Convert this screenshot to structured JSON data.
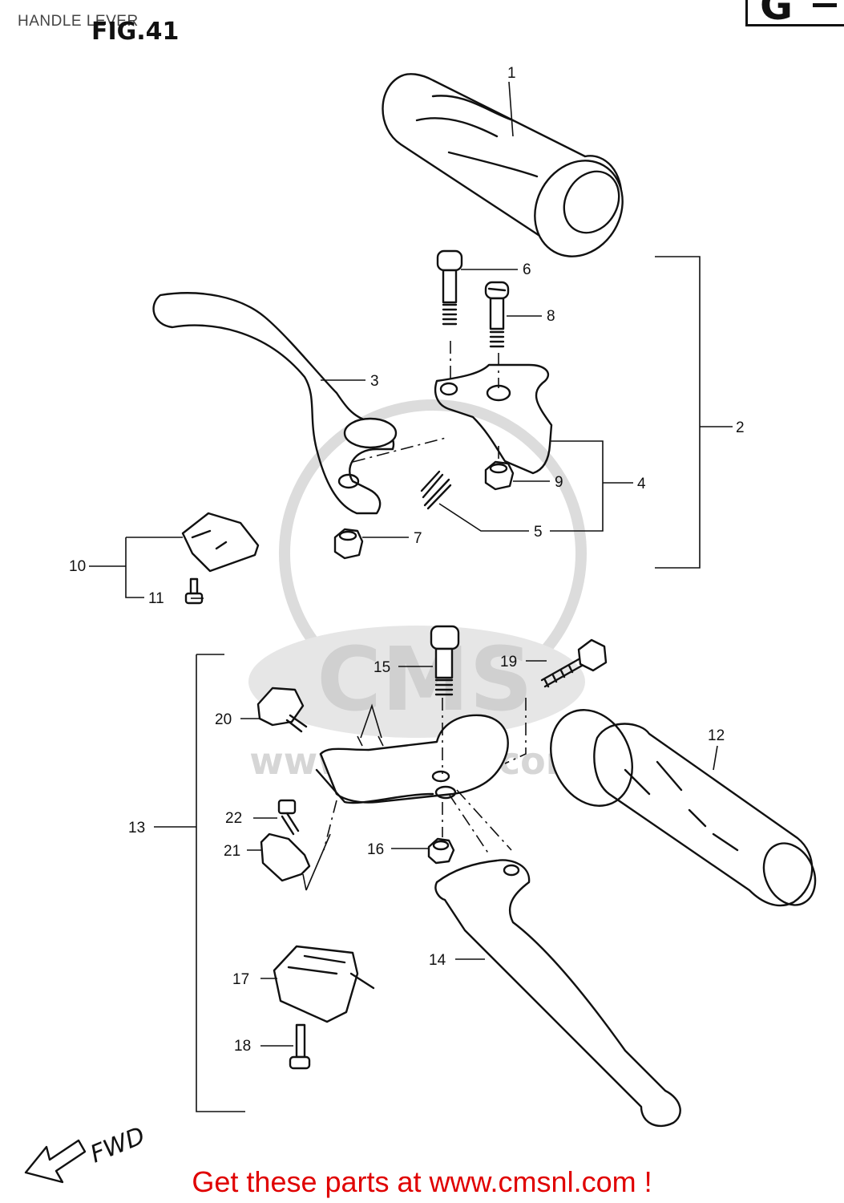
{
  "header": {
    "text": "HANDLE LEVER",
    "figure_title": "FIG.41",
    "corner_letter": "G"
  },
  "watermark": {
    "text": "www.cmsnl.com",
    "logo_text": "CMS"
  },
  "callouts": [
    "1",
    "2",
    "3",
    "4",
    "5",
    "6",
    "7",
    "8",
    "9",
    "10",
    "11",
    "12",
    "13",
    "14",
    "15",
    "16",
    "17",
    "18",
    "19",
    "20",
    "21",
    "22"
  ],
  "direction": {
    "label": "FWD"
  },
  "footer": {
    "text": "Get these parts at www.cmsnl.com !",
    "color": "#e00000"
  }
}
